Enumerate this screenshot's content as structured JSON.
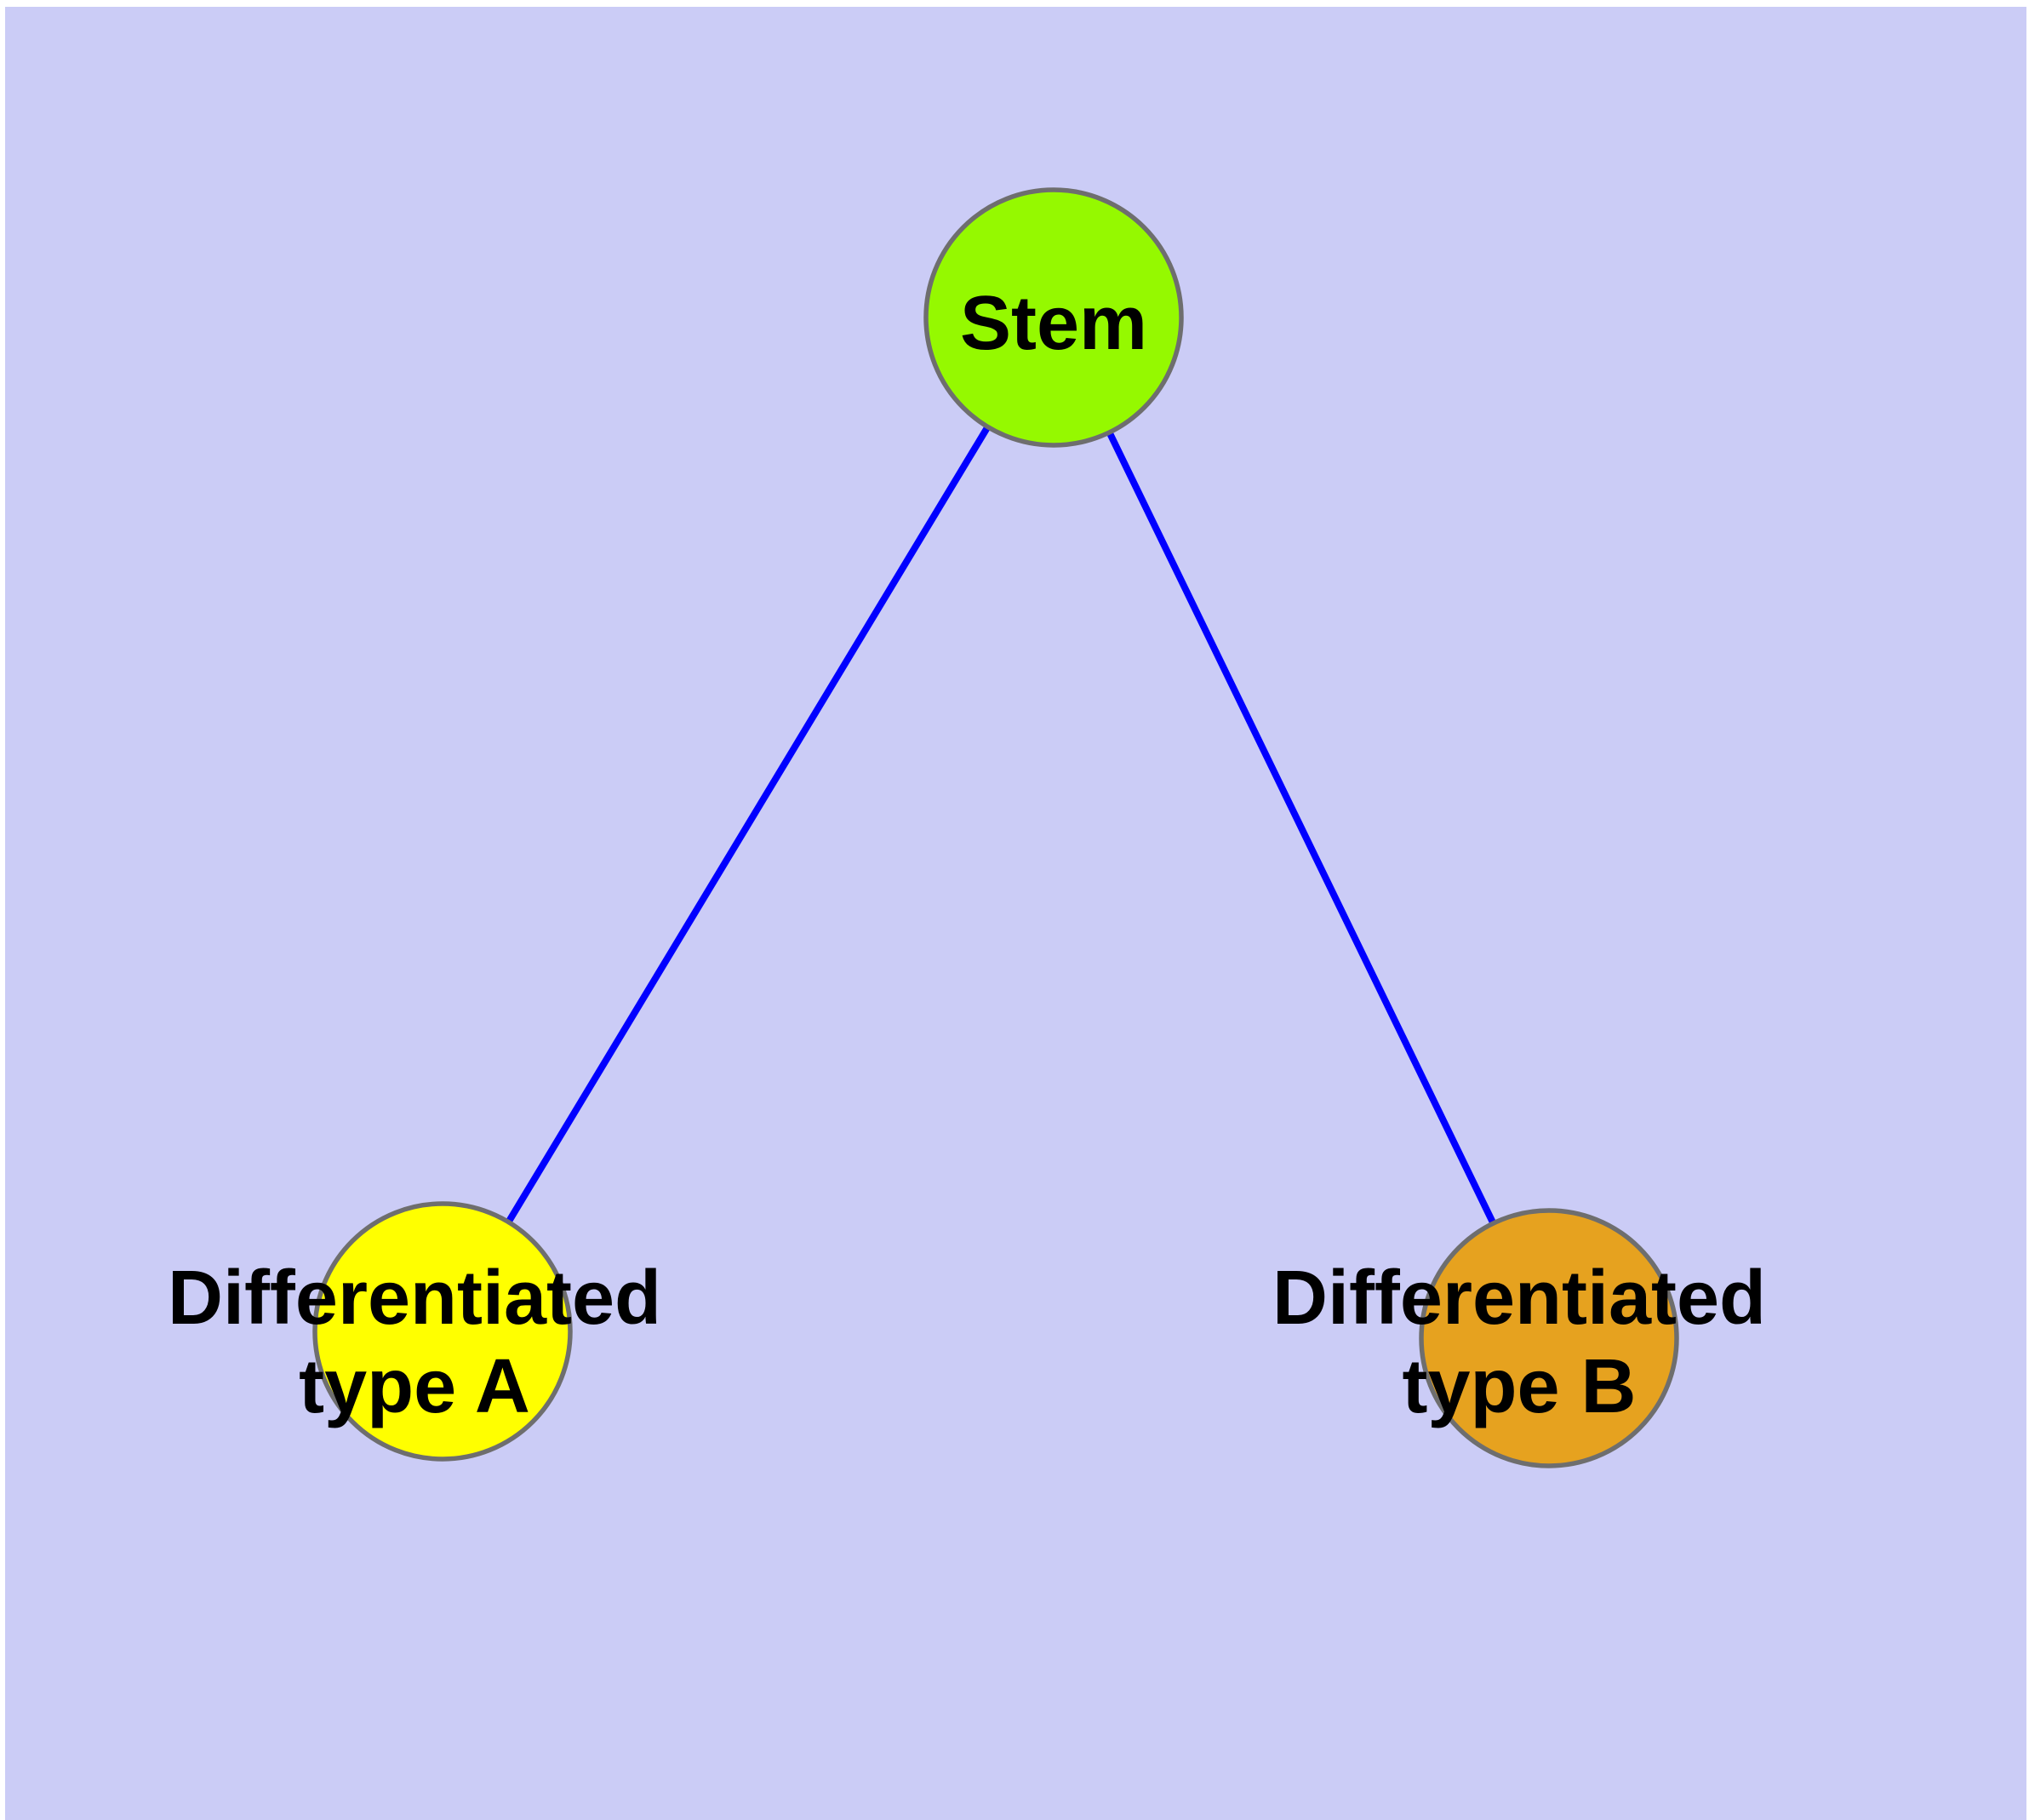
{
  "diagram": {
    "type": "node-link-graph",
    "colors": {
      "background": "#CBCCF6",
      "page_margin": "#FFFFFF",
      "edge": "#0000FF",
      "node_border": "#6E6E6E",
      "label_text": "#000000"
    },
    "nodes": {
      "stem": {
        "label": "Stem",
        "fill": "#95F900"
      },
      "type_a": {
        "label_line1": "Differentiated",
        "label_line2": "type A",
        "fill": "#FFFF00"
      },
      "type_b": {
        "label_line1": "Differentiated",
        "label_line2": "type B",
        "fill": "#E6A21F"
      }
    },
    "edges": [
      {
        "from": "Stem",
        "to": "Differentiated type A"
      },
      {
        "from": "Stem",
        "to": "Differentiated type B"
      }
    ]
  }
}
